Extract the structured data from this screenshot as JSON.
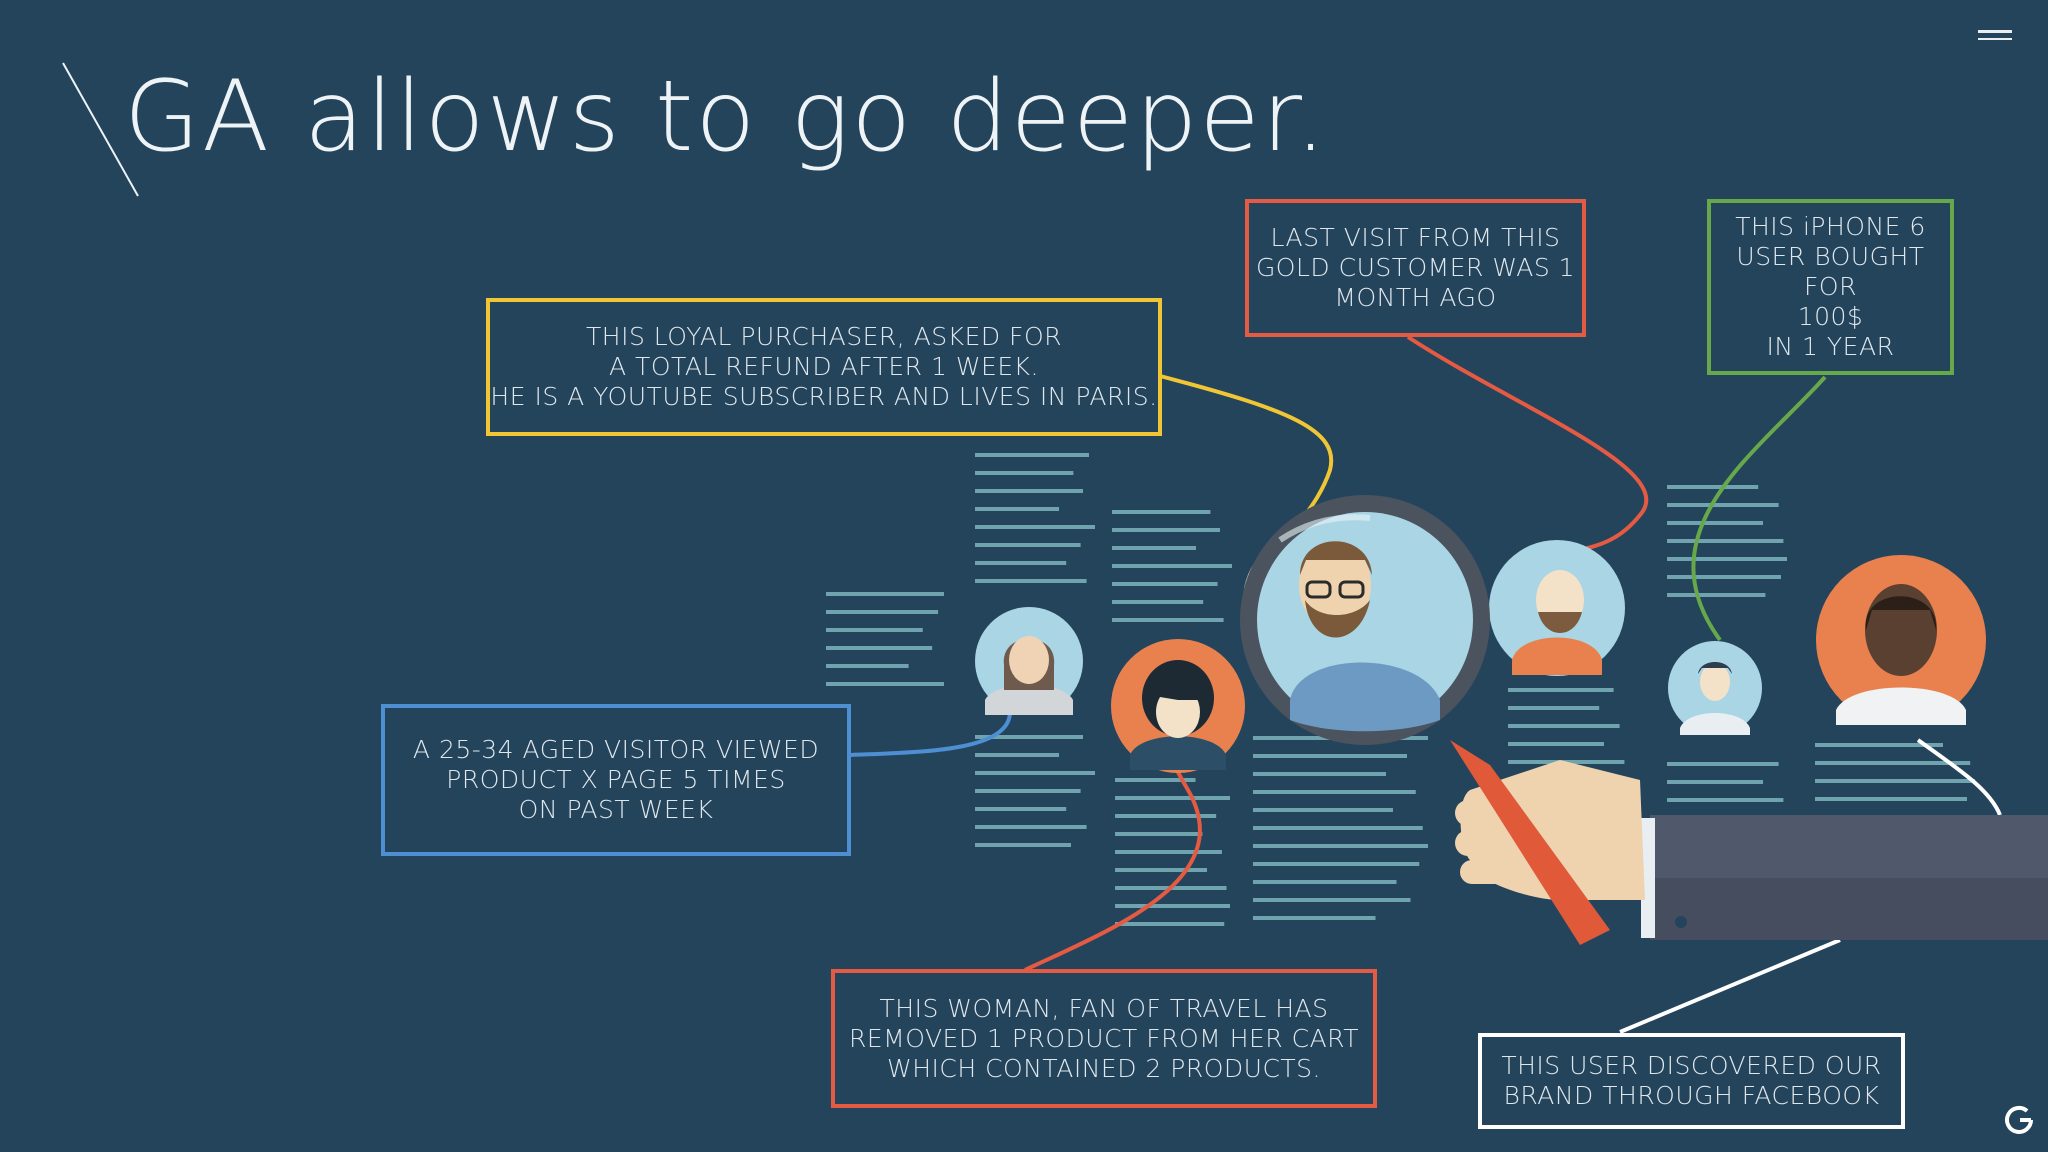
{
  "title": "GA allows to go deeper.",
  "callouts": {
    "loyal": {
      "lines": [
        "THIS LOYAL PURCHASER, ASKED FOR",
        "A TOTAL REFUND AFTER 1 WEEK.",
        "HE IS A YOUTUBE SUBSCRIBER AND LIVES IN PARIS."
      ],
      "color": "#f1c634"
    },
    "last_visit": {
      "lines": [
        "LAST VISIT FROM THIS",
        "GOLD CUSTOMER WAS 1",
        "MONTH AGO"
      ],
      "color": "#e45a43"
    },
    "iphone": {
      "lines": [
        "THIS iPHONE 6",
        "USER BOUGHT FOR",
        "100$",
        "IN 1 YEAR"
      ],
      "color": "#67a84a"
    },
    "visitor": {
      "lines": [
        "A 25-34 AGED VISITOR VIEWED",
        "PRODUCT X PAGE 5 TIMES",
        "ON PAST WEEK"
      ],
      "color": "#4e8ed3"
    },
    "woman": {
      "lines": [
        "THIS WOMAN, FAN OF TRAVEL HAS",
        "REMOVED 1 PRODUCT FROM HER CART",
        "WHICH CONTAINED 2 PRODUCTS."
      ],
      "color": "#e45a43"
    },
    "facebook": {
      "lines": [
        "THIS USER DISCOVERED OUR",
        "BRAND THROUGH FACEBOOK"
      ],
      "color": "#ffffff"
    }
  },
  "icons": {
    "menu": "menu-icon",
    "logo": "google-g-icon"
  },
  "colors": {
    "background": "#24445c",
    "text_lines": "#6fa3ad",
    "accent_orange": "#e9814f",
    "light_blue": "#a9d5e5"
  }
}
